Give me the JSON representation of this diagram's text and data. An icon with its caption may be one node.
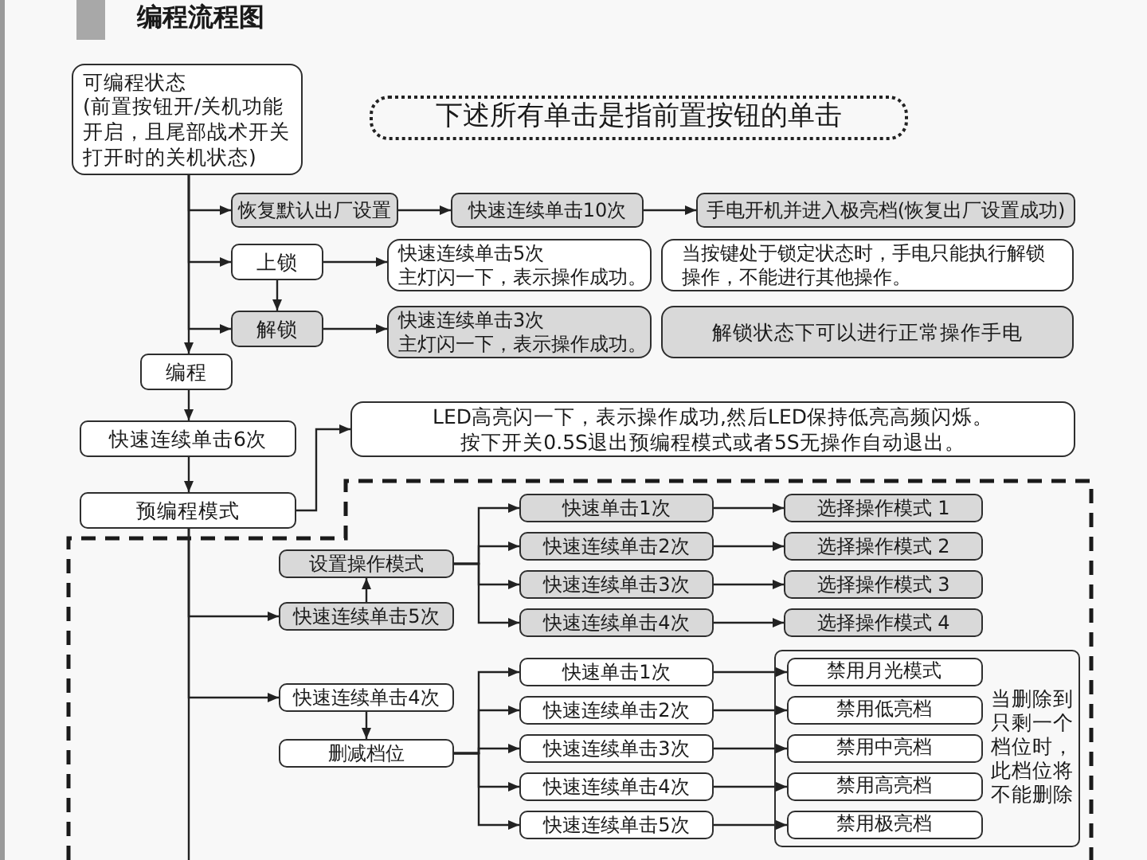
{
  "diagram": {
    "title": "编程流程图",
    "nodes": [
      {
        "text": [
          "可编程状态",
          "(前置按钮开/关机功能开启，且尾部战术开关打开时的关机状态)"
        ]
      },
      {
        "text": [
          "下述所有单击是指前置按钮的单击"
        ]
      },
      {
        "text": [
          "恢复默认出厂设置"
        ]
      },
      {
        "text": [
          "快速连续单击10次"
        ]
      },
      {
        "text": [
          "手电开机并进入极亮档(恢复出厂设置成功)"
        ]
      },
      {
        "text": [
          "上锁"
        ]
      },
      {
        "text": [
          "快速连续单击5次",
          "主灯闪一下，表示操作成功。"
        ]
      },
      {
        "text": [
          "当按键处于锁定状态时，手电只能执行解锁操作，不能进行其他操作。"
        ]
      },
      {
        "text": [
          "解锁"
        ]
      },
      {
        "text": [
          "快速连续单击3次",
          "主灯闪一下，表示操作成功。"
        ]
      },
      {
        "text": [
          "解锁状态下可以进行正常操作手电"
        ]
      },
      {
        "text": [
          "编程"
        ]
      },
      {
        "text": [
          "快速连续单击6次"
        ]
      },
      {
        "text": [
          "LED高亮闪一下，表示操作成功,然后LED保持低亮高频闪烁。",
          "按下开关0.5S退出预编程模式或者5S无操作自动退出。"
        ]
      },
      {
        "text": [
          "预编程模式"
        ]
      },
      {
        "text": [
          "设置操作模式"
        ]
      },
      {
        "text": [
          "快速连续单击5次"
        ]
      },
      {
        "text": [
          "快速单击1次"
        ]
      },
      {
        "text": [
          "快速连续单击2次"
        ]
      },
      {
        "text": [
          "快速连续单击3次"
        ]
      },
      {
        "text": [
          "快速连续单击4次"
        ]
      },
      {
        "text": [
          "选择操作模式 1"
        ]
      },
      {
        "text": [
          "选择操作模式 2"
        ]
      },
      {
        "text": [
          "选择操作模式 3"
        ]
      },
      {
        "text": [
          "选择操作模式 4"
        ]
      },
      {
        "text": [
          "快速连续单击4次"
        ]
      },
      {
        "text": [
          "删减档位"
        ]
      },
      {
        "text": [
          "快速单击1次"
        ]
      },
      {
        "text": [
          "快速连续单击2次"
        ]
      },
      {
        "text": [
          "快速连续单击3次"
        ]
      },
      {
        "text": [
          "快速连续单击4次"
        ]
      },
      {
        "text": [
          "快速连续单击5次"
        ]
      },
      {
        "text": [
          "当删除到只剩一个档位时，此档位将不能删除"
        ]
      },
      {
        "text": [
          "禁用月光模式"
        ],
        "in": 32
      },
      {
        "text": [
          "禁用低亮档"
        ],
        "in": 32
      },
      {
        "text": [
          "禁用中亮档"
        ],
        "in": 32
      },
      {
        "text": [
          "禁用高亮档"
        ],
        "in": 32
      },
      {
        "text": [
          "禁用极亮档"
        ],
        "in": 32
      }
    ],
    "edges": [
      {
        "from": 0,
        "to": 2,
        "arrow": "to"
      },
      {
        "from": 0,
        "to": 5,
        "arrow": "to"
      },
      {
        "from": 0,
        "to": 8,
        "arrow": "to"
      },
      {
        "from": 0,
        "to": 11,
        "arrow": "to"
      },
      {
        "from": 2,
        "to": 3,
        "arrow": "to"
      },
      {
        "from": 3,
        "to": 4,
        "arrow": "to"
      },
      {
        "from": 5,
        "to": 6,
        "arrow": "to"
      },
      {
        "from": 5,
        "to": 8,
        "arrow": "to"
      },
      {
        "from": 8,
        "to": 9,
        "arrow": "to"
      },
      {
        "from": 11,
        "to": 12,
        "arrow": "to"
      },
      {
        "from": 12,
        "to": 14,
        "arrow": "to"
      },
      {
        "from": 14,
        "to": 13,
        "arrow": "to"
      },
      {
        "from": 14,
        "to": 16,
        "arrow": "to"
      },
      {
        "from": 14,
        "to": 25,
        "arrow": "to"
      },
      {
        "from": 14,
        "to": null,
        "arrow": "none"
      },
      {
        "from": 16,
        "to": 15,
        "arrow": "to"
      },
      {
        "from": 15,
        "to": 17,
        "arrow": "to"
      },
      {
        "from": 15,
        "to": 18,
        "arrow": "to"
      },
      {
        "from": 15,
        "to": 19,
        "arrow": "to"
      },
      {
        "from": 15,
        "to": 20,
        "arrow": "to"
      },
      {
        "from": 17,
        "to": 21,
        "arrow": "to"
      },
      {
        "from": 18,
        "to": 22,
        "arrow": "to"
      },
      {
        "from": 19,
        "to": 23,
        "arrow": "to"
      },
      {
        "from": 20,
        "to": 24,
        "arrow": "to"
      },
      {
        "from": 25,
        "to": 26,
        "arrow": "to"
      },
      {
        "from": 26,
        "to": 27,
        "arrow": "to"
      },
      {
        "from": 26,
        "to": 28,
        "arrow": "to"
      },
      {
        "from": 26,
        "to": 29,
        "arrow": "to"
      },
      {
        "from": 26,
        "to": 30,
        "arrow": "to"
      },
      {
        "from": 26,
        "to": 31,
        "arrow": "to"
      },
      {
        "from": 27,
        "to": 33,
        "arrow": "to"
      },
      {
        "from": 28,
        "to": 34,
        "arrow": "to"
      },
      {
        "from": 29,
        "to": 35,
        "arrow": "to"
      },
      {
        "from": 30,
        "to": 36,
        "arrow": "to"
      },
      {
        "from": 31,
        "to": 37,
        "arrow": "to"
      }
    ]
  }
}
